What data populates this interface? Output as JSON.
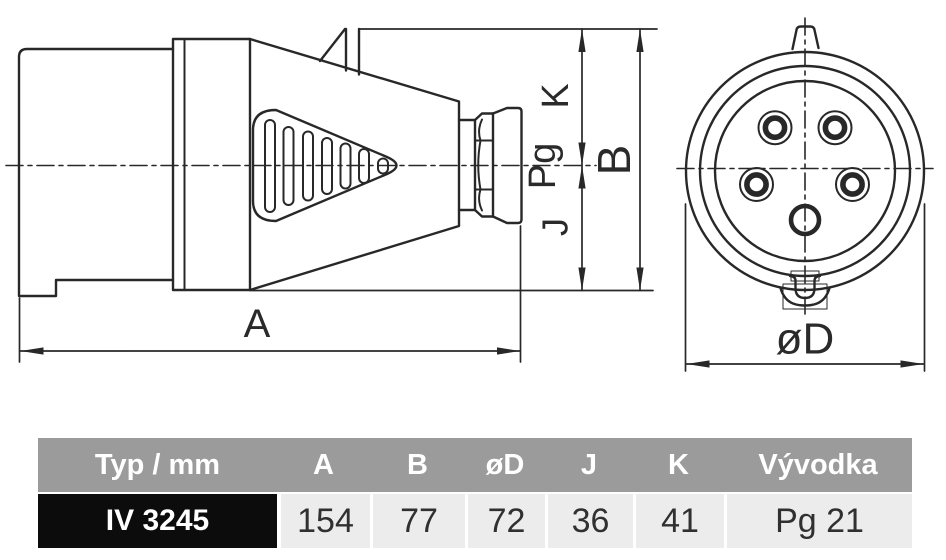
{
  "drawing": {
    "labels": {
      "A": "A",
      "B": "B",
      "K": "K",
      "J": "J",
      "Pg": "Pg",
      "oD": "øD"
    }
  },
  "table": {
    "headers": [
      "Typ / mm",
      "A",
      "B",
      "øD",
      "J",
      "K",
      "Vývodka"
    ],
    "row": [
      "IV 3245",
      "154",
      "77",
      "72",
      "36",
      "41",
      "Pg 21"
    ]
  },
  "colors": {
    "line": "#282828",
    "table_header_bg": "#9b9b9b",
    "table_header_text": "#ffffff",
    "table_row_bg": "#ececec",
    "table_type_bg": "#0c0c0c",
    "table_type_text": "#ffffff",
    "table_value_text": "#303030"
  }
}
